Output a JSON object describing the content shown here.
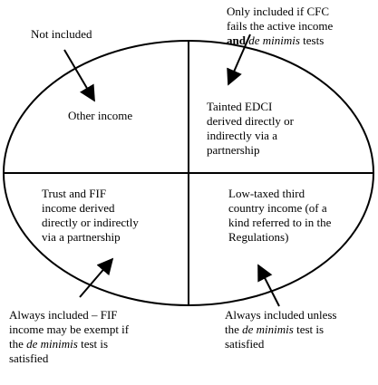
{
  "quadrants": {
    "top_left": {
      "lines": [
        "Other income"
      ]
    },
    "top_right": {
      "lines": [
        "Tainted EDCI",
        "derived directly or",
        "indirectly via a",
        "partnership"
      ]
    },
    "bottom_left": {
      "lines": [
        "Trust and FIF",
        "income derived",
        "directly or indirectly",
        "via a partnership"
      ]
    },
    "bottom_right": {
      "lines": [
        "Low-taxed third",
        "country income (of a",
        "kind referred to in the",
        "Regulations)"
      ]
    }
  },
  "callouts": {
    "top_left": {
      "text": "Not included"
    },
    "top_right": {
      "line1": "Only included if CFC",
      "line2": "fails the active income",
      "line3_bold": "and",
      "line3_italic": "de minimis",
      "line3_rest": "tests"
    },
    "bottom_left": {
      "line1": "Always included – FIF",
      "line2": "income may be exempt if",
      "line3_pre": "the",
      "line3_italic": "de minimis",
      "line3_rest": "test is",
      "line4": "satisfied"
    },
    "bottom_right": {
      "line1": "Always included unless",
      "line2_pre": "the",
      "line2_italic": "de minimis",
      "line2_rest": "test is",
      "line3": "satisfied"
    }
  }
}
